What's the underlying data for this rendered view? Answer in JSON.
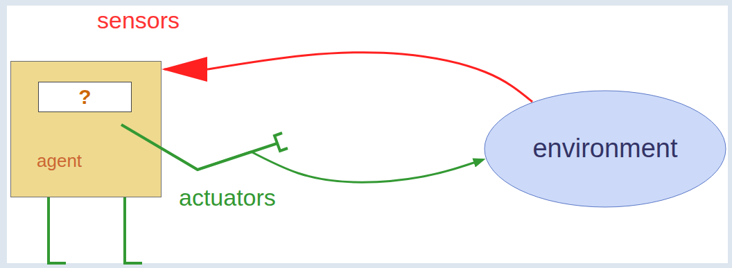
{
  "diagram": {
    "nodes": [
      {
        "text": [
          "agent"
        ]
      },
      {
        "text": [
          "?"
        ],
        "in": 0
      },
      {
        "text": [
          "environment"
        ]
      }
    ],
    "edges": [
      {
        "from": 2,
        "to": 0,
        "arrow": "to",
        "label": "sensors"
      },
      {
        "from": 0,
        "to": 2,
        "arrow": "to",
        "label": "actuators"
      }
    ]
  }
}
